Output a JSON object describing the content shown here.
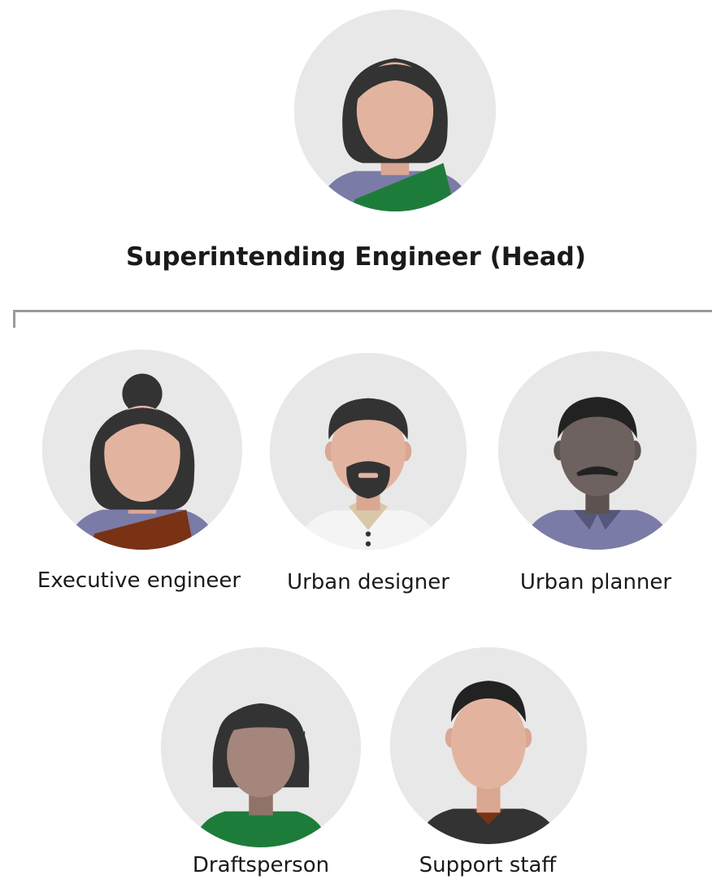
{
  "head": {
    "title": "Superintending Engineer (Head)",
    "avatar_icon": "woman-saree-green-avatar-icon"
  },
  "members_row1": [
    {
      "label": "Executive engineer",
      "avatar_icon": "woman-bun-saree-avatar-icon"
    },
    {
      "label": "Urban designer",
      "avatar_icon": "man-beard-avatar-icon"
    },
    {
      "label": "Urban planner",
      "avatar_icon": "man-mustache-avatar-icon"
    }
  ],
  "members_row2": [
    {
      "label": "Draftsperson",
      "avatar_icon": "woman-bob-avatar-icon"
    },
    {
      "label": "Support staff",
      "avatar_icon": "man-short-hair-avatar-icon"
    }
  ],
  "colors": {
    "avatar_bg": "#e8e8e8",
    "skin_light": "#e2b4a0",
    "skin_dark": "#6d625f",
    "skin_medium": "#a4867c",
    "hair": "#333333",
    "connector": "#9a9a9a",
    "green": "#1e7c3a",
    "rust": "#7a3214",
    "lavender": "#7a7ba6"
  }
}
